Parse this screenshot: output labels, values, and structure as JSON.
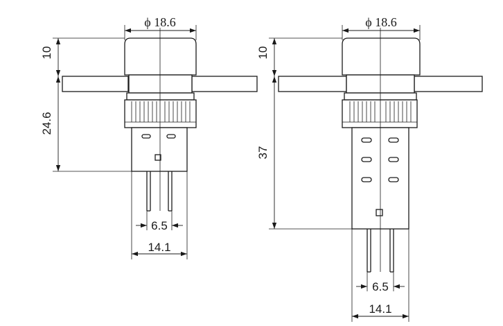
{
  "diagram": {
    "short_switch": {
      "head_diameter": "ϕ 18.6",
      "head_height": "10",
      "body_length": "24.6",
      "pin_spacing": "6.5",
      "body_width": "14.1"
    },
    "long_switch": {
      "head_diameter": "ϕ 18.6",
      "head_height": "10",
      "body_length": "37",
      "pin_spacing": "6.5",
      "body_width": "14.1"
    }
  },
  "colors": {
    "ink": "#1a1a1a",
    "background": "#ffffff"
  }
}
